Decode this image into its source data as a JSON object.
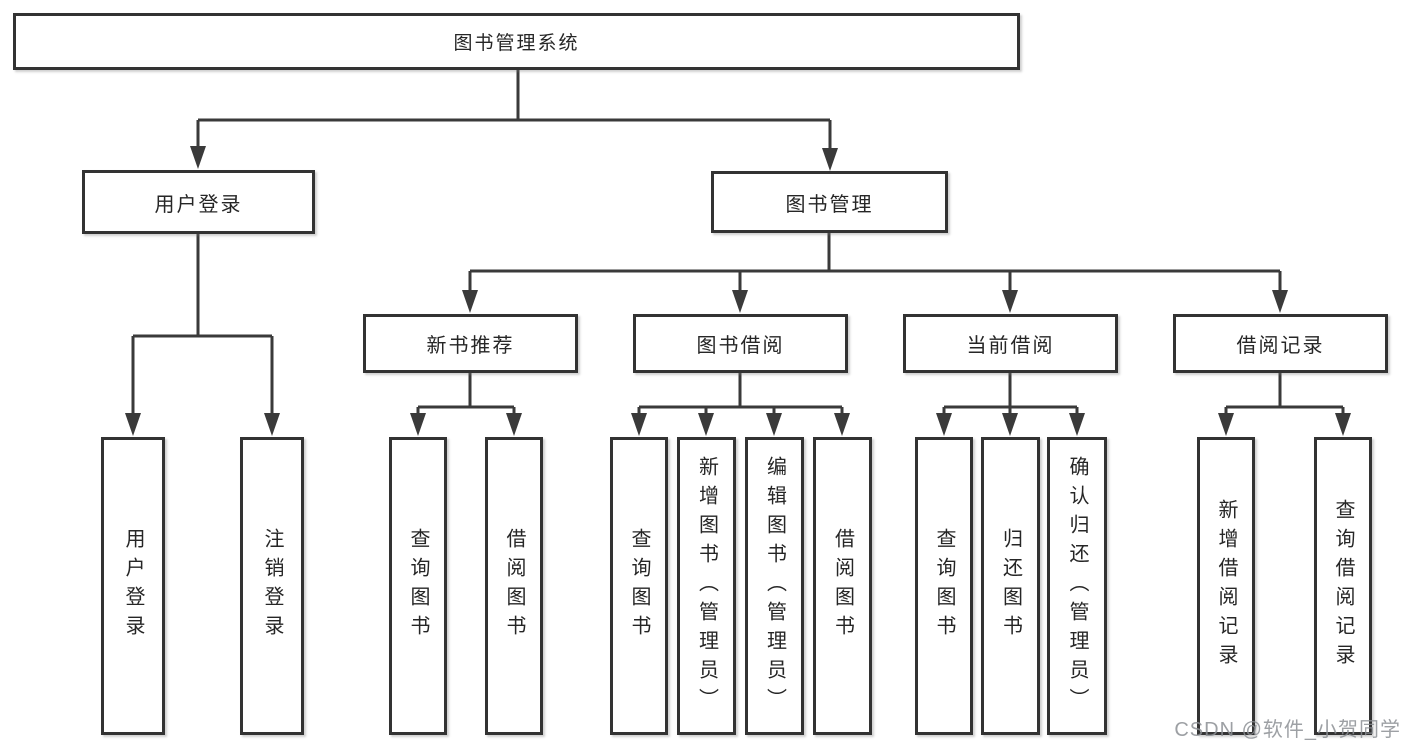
{
  "tree": {
    "root": {
      "label": "图书管理系统"
    },
    "children": [
      {
        "label": "用户登录",
        "children": [
          {
            "label": "用户登录"
          },
          {
            "label": "注销登录"
          }
        ]
      },
      {
        "label": "图书管理",
        "children": [
          {
            "label": "新书推荐",
            "children": [
              {
                "label": "查询图书"
              },
              {
                "label": "借阅图书"
              }
            ]
          },
          {
            "label": "图书借阅",
            "children": [
              {
                "label": "查询图书"
              },
              {
                "label": "新增图书（管理员）"
              },
              {
                "label": "编辑图书（管理员）"
              },
              {
                "label": "借阅图书"
              }
            ]
          },
          {
            "label": "当前借阅",
            "children": [
              {
                "label": "查询图书"
              },
              {
                "label": "归还图书"
              },
              {
                "label": "确认归还（管理员）"
              }
            ]
          },
          {
            "label": "借阅记录",
            "children": [
              {
                "label": "新增借阅记录"
              },
              {
                "label": "查询借阅记录"
              }
            ]
          }
        ]
      }
    ]
  },
  "watermark": {
    "text": "CSDN @软件_小贺同学"
  },
  "colors": {
    "line": "#3a3a3a",
    "box_border": "#333333",
    "box_fill": "#ffffff",
    "text": "#262626",
    "watermark": "#8c8f94",
    "background": "#ffffff"
  }
}
